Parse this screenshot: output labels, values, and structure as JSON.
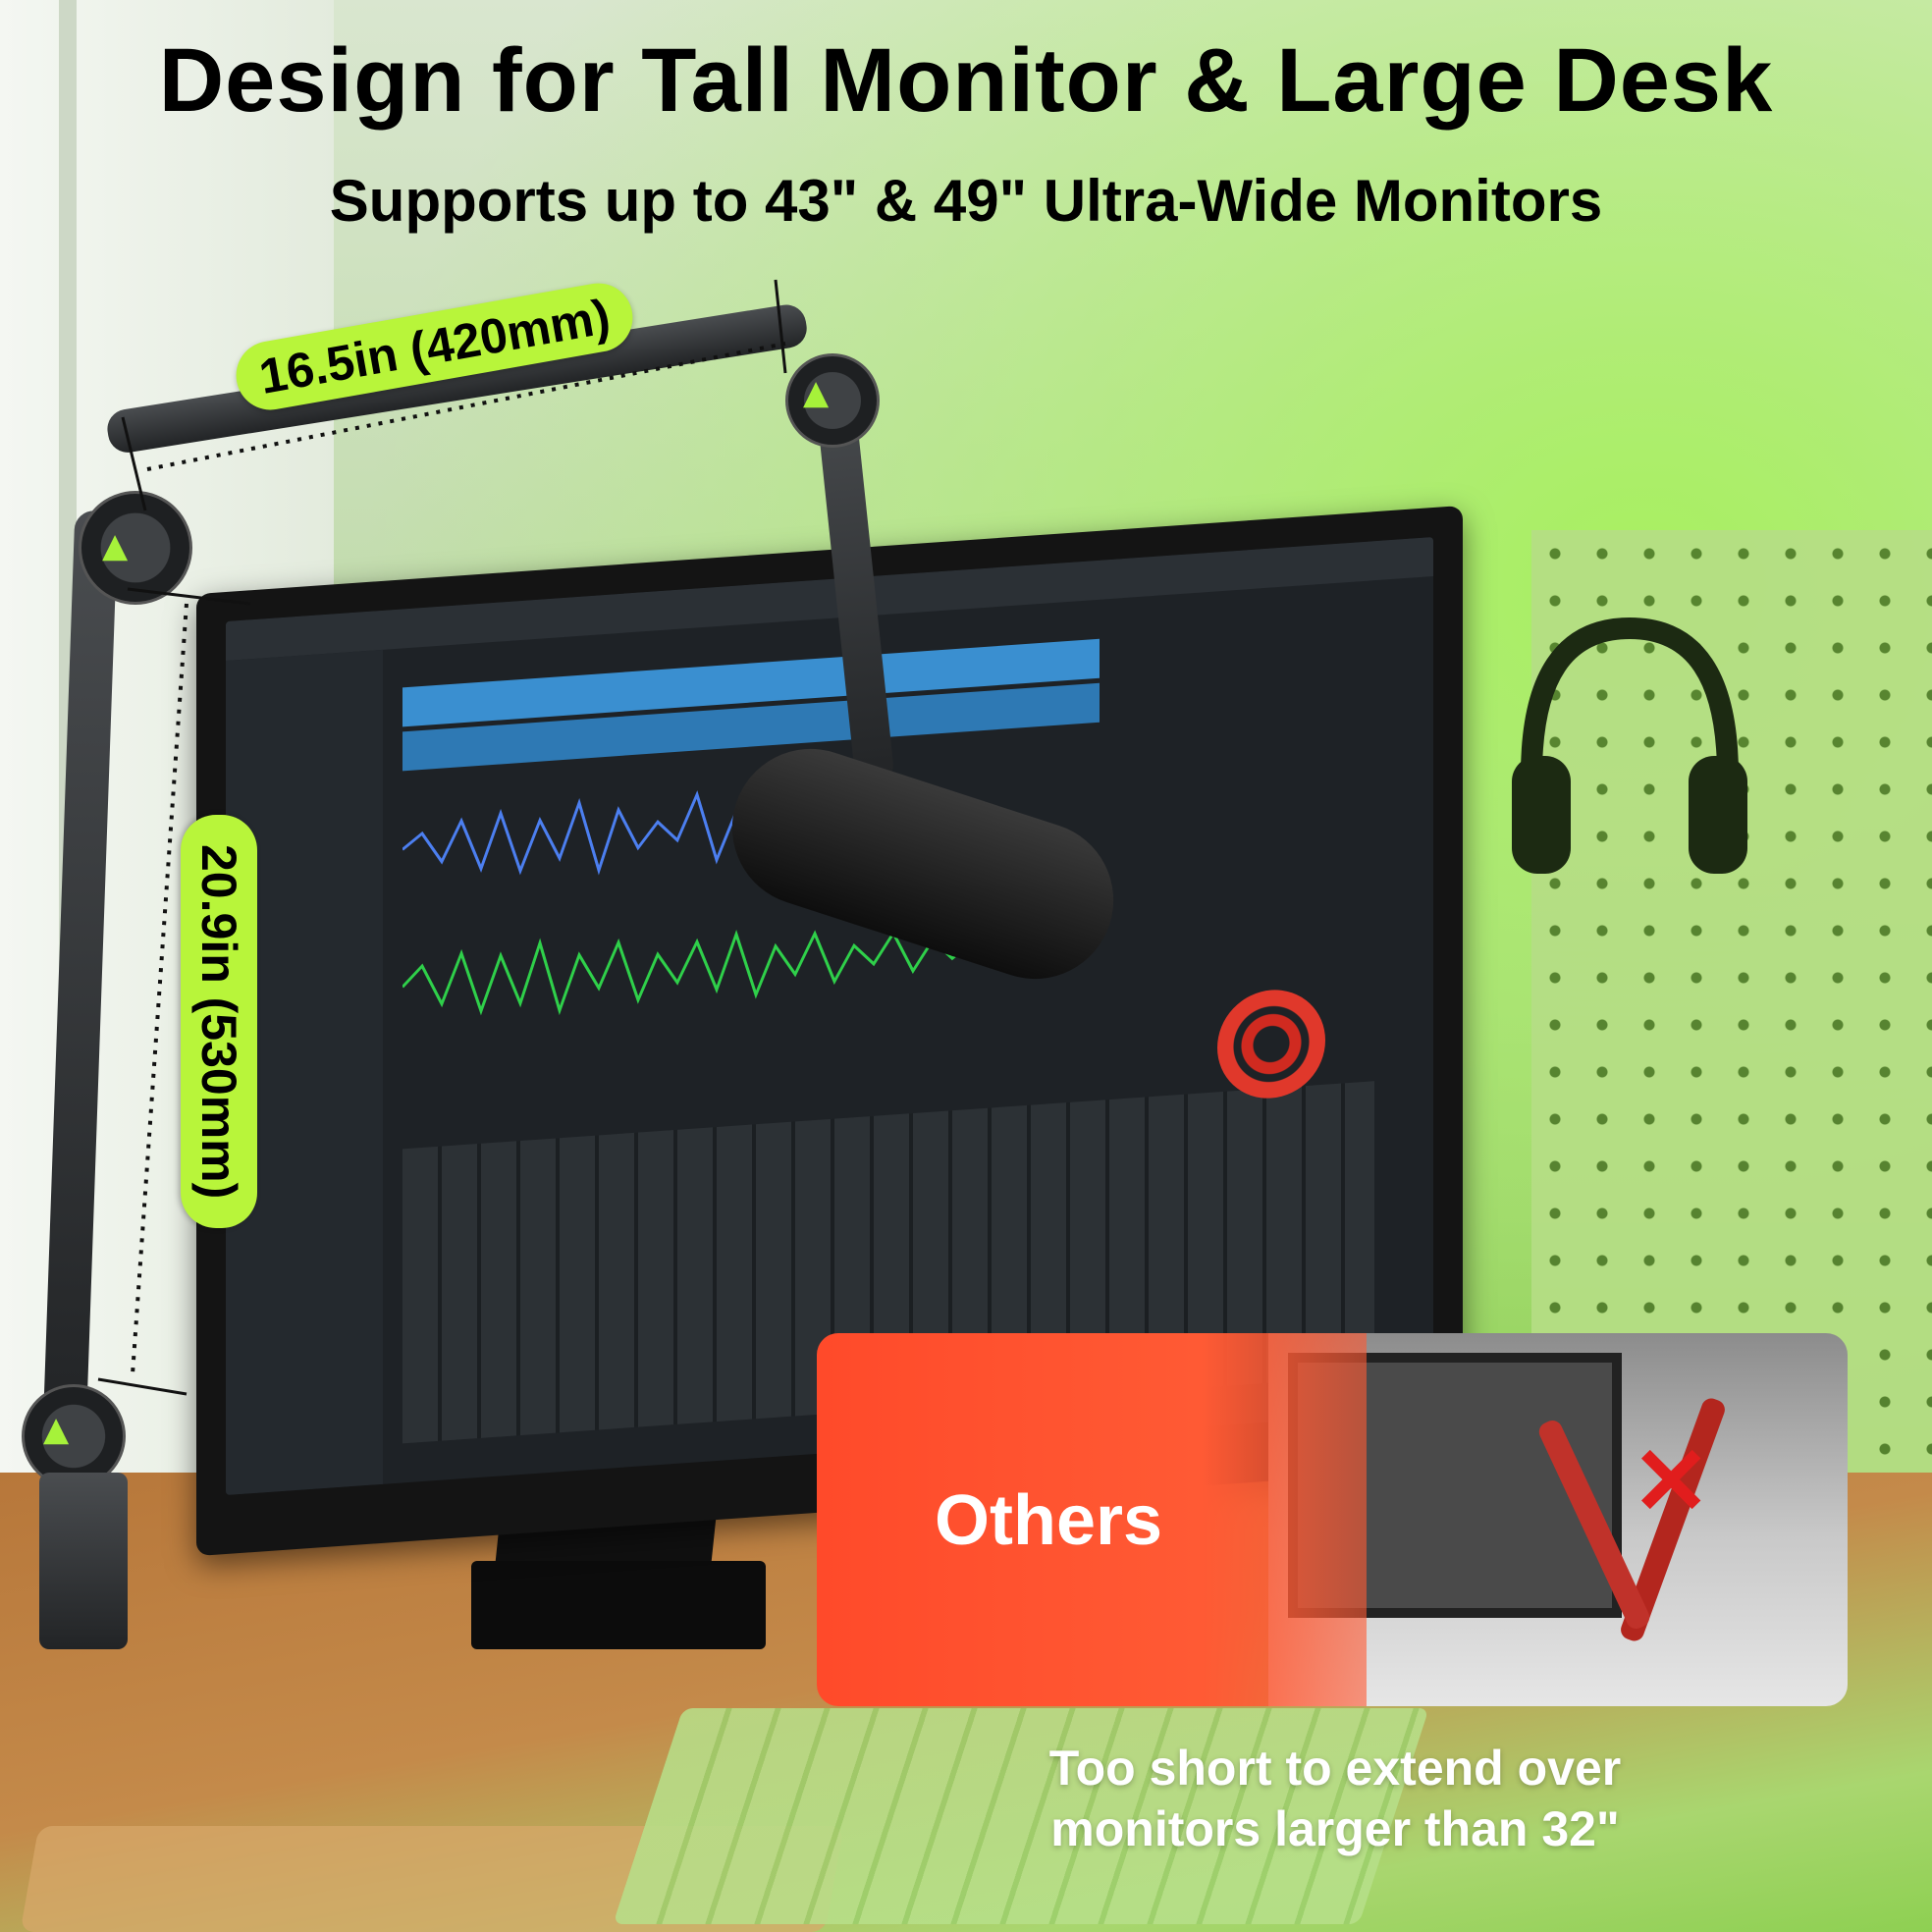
{
  "header": {
    "title": "Design for Tall Monitor & Large Desk",
    "subtitle": "Supports up to 43\" & 49\" Ultra-Wide Monitors"
  },
  "measurements": {
    "horizontal_arm": "16.5in (420mm)",
    "vertical_arm": "20.9in (530mm)"
  },
  "comparison": {
    "label": "Others",
    "caption_line1": "Too short to extend over",
    "caption_line2": "monitors larger than 32\""
  },
  "colors": {
    "accent_green": "#b8f53a",
    "comparison_red": "#ff4a2a",
    "caption_text": "#ffffff"
  },
  "icons": {
    "brand_logo": "triangle-a-logo",
    "reject_mark": "red-x"
  }
}
